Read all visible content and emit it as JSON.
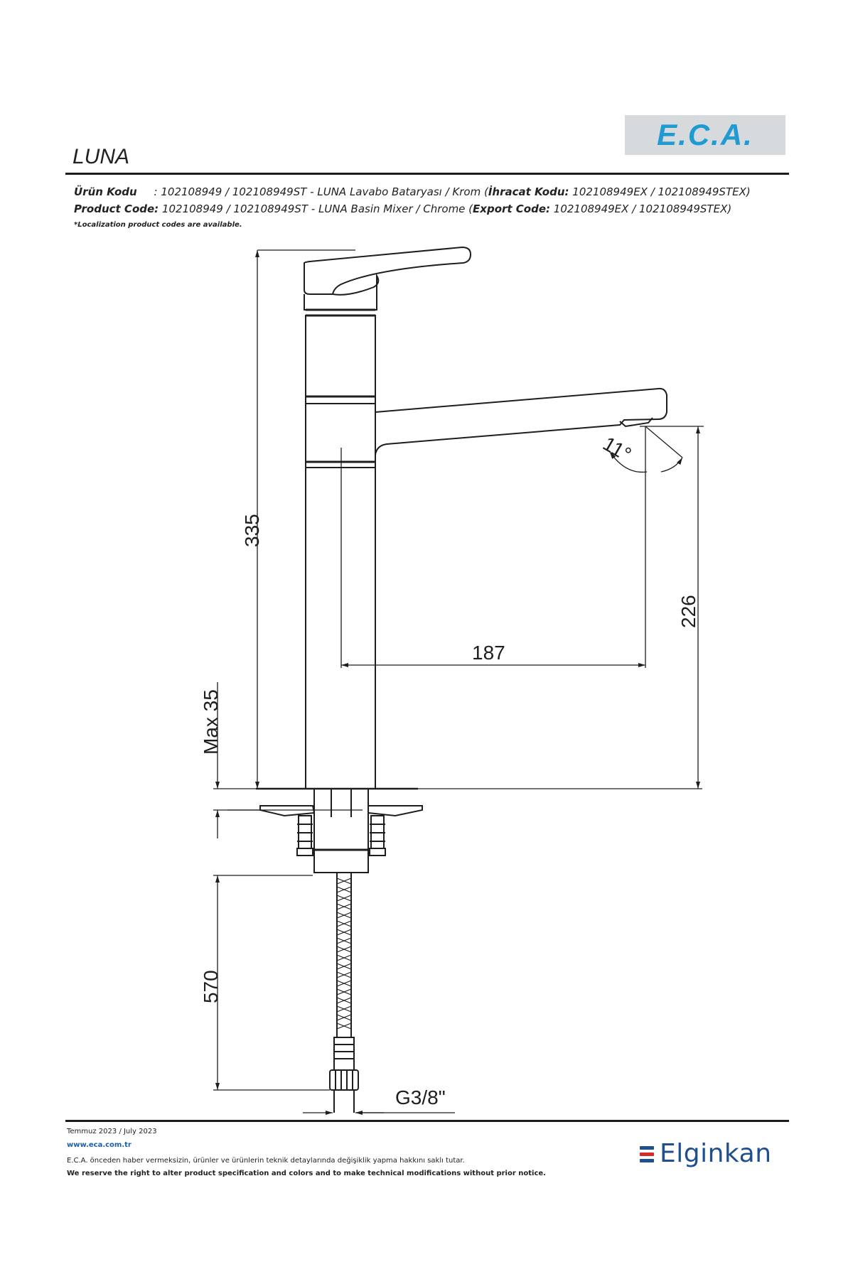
{
  "header": {
    "logo_text": "E.C.A.",
    "title": "LUNA",
    "urun_kodu_label": "Ürün Kodu",
    "urun_kodu_text": ": 102108949 / 102108949ST - LUNA Lavabo Bataryası / Krom (",
    "ihracat_label": "İhracat Kodu:",
    "ihracat_value": " 102108949EX / 102108949STEX)",
    "product_code_label": "Product Code:",
    "product_code_text": " 102108949 / 102108949ST - LUNA Basin Mixer / Chrome (",
    "export_label": "Export Code:",
    "export_value": " 102108949EX / 102108949STEX)",
    "localization_note": "*Localization product codes are available."
  },
  "dimensions": {
    "height_total": "335",
    "spout_height": "226",
    "spout_reach": "187",
    "max_deck": "Max 35",
    "hose_length": "570",
    "connection": "G3/8\"",
    "angle": "11°"
  },
  "footer": {
    "date": "Temmuz 2023 / July 2023",
    "website": "www.eca.com.tr",
    "disclaimer_tr": "E.C.A. önceden haber vermeksizin, ürünler ve ürünlerin teknik detaylarında değişiklik yapma hakkını saklı tutar.",
    "disclaimer_en": "We reserve the right to alter product specification and colors and to make technical modifications without prior notice.",
    "brand_name": "Elginkan"
  },
  "colors": {
    "eca_blue": "#1f9bd1",
    "elginkan_blue": "#1f4f8f",
    "elginkan_red": "#d62b2b"
  }
}
